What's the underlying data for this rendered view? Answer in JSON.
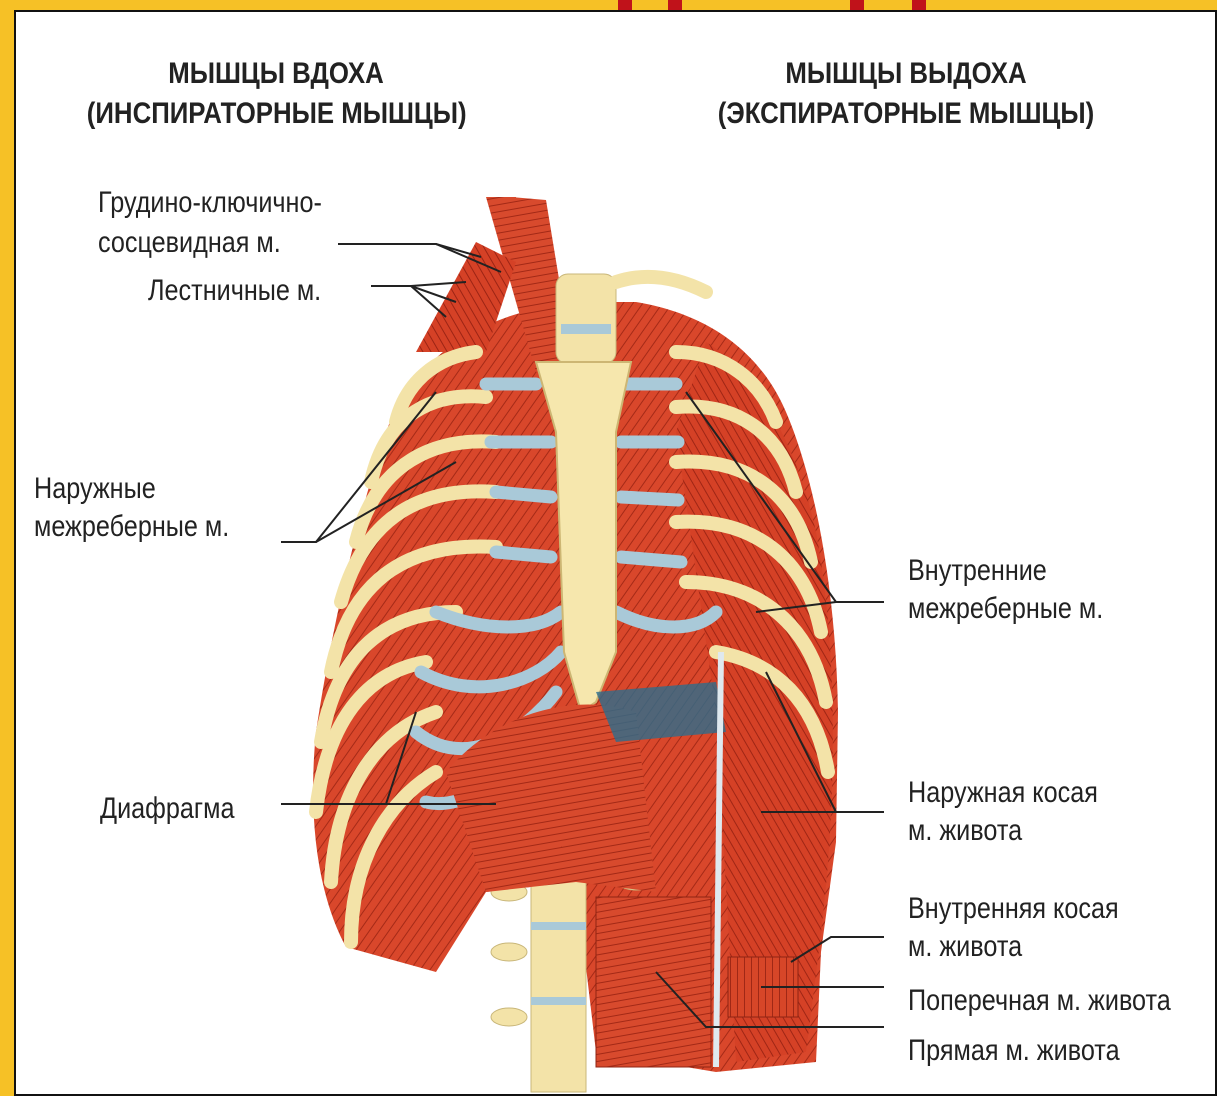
{
  "titles": {
    "left_line1": "МЫШЦЫ ВДОХА",
    "left_line2": "(ИНСПИРАТОРНЫЕ МЫШЦЫ)",
    "right_line1": "МЫШЦЫ ВЫДОХА",
    "right_line2": "(ЭКСПИРАТОРНЫЕ МЫШЦЫ)"
  },
  "labels": {
    "scm_line1": "Грудино-ключично-",
    "scm_line2": "сосцевидная м.",
    "scalene": "Лестничные м.",
    "ext_intercostal_line1": "Наружные",
    "ext_intercostal_line2": "межреберные м.",
    "diaphragm": "Диафрагма",
    "int_intercostal_line1": "Внутренние",
    "int_intercostal_line2": "межреберные м.",
    "ext_oblique_line1": "Наружная косая",
    "ext_oblique_line2": "м. живота",
    "int_oblique_line1": "Внутренняя косая",
    "int_oblique_line2": "м. живота",
    "transverse": "Поперечная м. живота",
    "rectus": "Прямая м. живота"
  },
  "colors": {
    "frame": "#f6c126",
    "accent_red": "#c0121a",
    "muscle": "#d8452a",
    "muscle_dark": "#a82a18",
    "bone": "#f3e3a8",
    "cartilage": "#a9c9d8",
    "leader": "#222222"
  }
}
